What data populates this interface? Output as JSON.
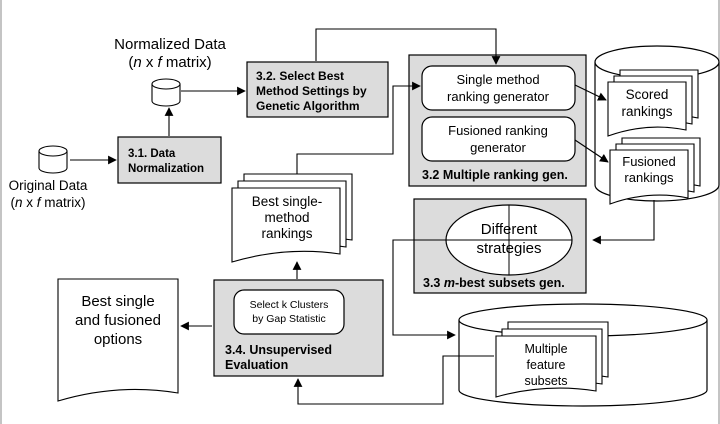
{
  "normalized_data": {
    "line1": "Normalized Data",
    "line2_n": "n",
    "line2_rest": " x ",
    "line2_f": "f",
    "line2_end": " matrix)",
    "line2_open": "("
  },
  "original_data": {
    "line1": "Original Data",
    "line2_open": "(",
    "line2_n": "n",
    "line2_rest": " x ",
    "line2_f": "f",
    "line2_end": " matrix)"
  },
  "step_3_1": {
    "line1": "3.1. Data",
    "line2": "Normalization"
  },
  "step_3_2_select": {
    "line1": "3.2. Select Best",
    "line2": "Method Settings by",
    "line3": "Genetic Algorithm"
  },
  "step_3_2_multiple": {
    "title": "3.2 Multiple ranking gen.",
    "single": {
      "line1": "Single method",
      "line2": "ranking generator"
    },
    "fusioned": {
      "line1": "Fusioned ranking",
      "line2": "generator"
    }
  },
  "scored_store": {
    "scored": {
      "line1": "Scored",
      "line2": "rankings"
    },
    "fusioned": {
      "line1": "Fusioned",
      "line2": "rankings"
    }
  },
  "best_single_method": {
    "line1": "Best single-",
    "line2": "method",
    "line3": "rankings"
  },
  "step_3_3": {
    "title_prefix": "3.3 ",
    "title_m": "m",
    "title_rest": "-best subsets gen.",
    "ellipse": {
      "line1": "Different",
      "line2": "strategies"
    }
  },
  "step_3_4": {
    "inner": {
      "line1": "Select k Clusters",
      "line2": "by Gap Statistic"
    },
    "title": {
      "line1": "3.4. Unsupervised",
      "line2": "Evaluation"
    }
  },
  "best_options": {
    "line1": "Best single",
    "line2": "and fusioned",
    "line3": "options"
  },
  "feature_subsets": {
    "line1": "Multiple",
    "line2": "feature",
    "line3": "subsets"
  }
}
